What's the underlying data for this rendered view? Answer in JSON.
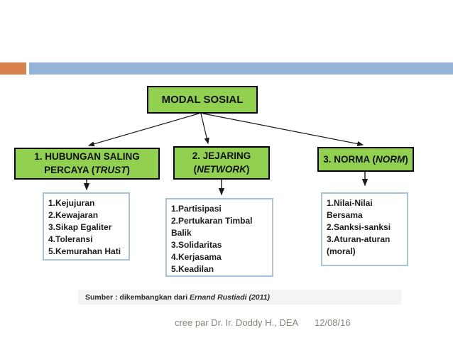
{
  "header": {
    "accent_orange": "#D9804C",
    "accent_blue": "#95B3D7"
  },
  "diagram": {
    "root": {
      "label": "MODAL SOSIAL"
    },
    "branches": [
      {
        "prefix": "1. HUBUNGAN SALING PERCAYA (",
        "italic": "TRUST",
        "suffix": ")"
      },
      {
        "prefix": "2. JEJARING (",
        "italic": "NETWORK",
        "suffix": ")"
      },
      {
        "prefix": "3. NORMA (",
        "italic": "NORM",
        "suffix": ")"
      }
    ],
    "details": [
      {
        "items": [
          "1.Kejujuran",
          "2.Kewajaran",
          "3.Sikap Egaliter",
          "4.Toleransi",
          "5.Kemurahan Hati"
        ]
      },
      {
        "items": [
          "1.Partisipasi",
          "2.Pertukaran Timbal Balik",
          "3.Solidaritas",
          "4.Kerjasama",
          "5.Keadilan"
        ]
      },
      {
        "items": [
          "1.Nilai-Nilai Bersama",
          "2.Sanksi-sanksi",
          "3.Aturan-aturan (moral)"
        ]
      }
    ],
    "colors": {
      "node_fill": "#92D050",
      "node_border": "#000000",
      "detail_border": "#A9C3DC"
    }
  },
  "source": {
    "prefix": "Sumber : dikembangkan dari ",
    "italic": "Ernand Rustiadi (2011)"
  },
  "footer": {
    "credit": "cree par Dr. Ir. Doddy H., DEA",
    "date": "12/08/16"
  }
}
